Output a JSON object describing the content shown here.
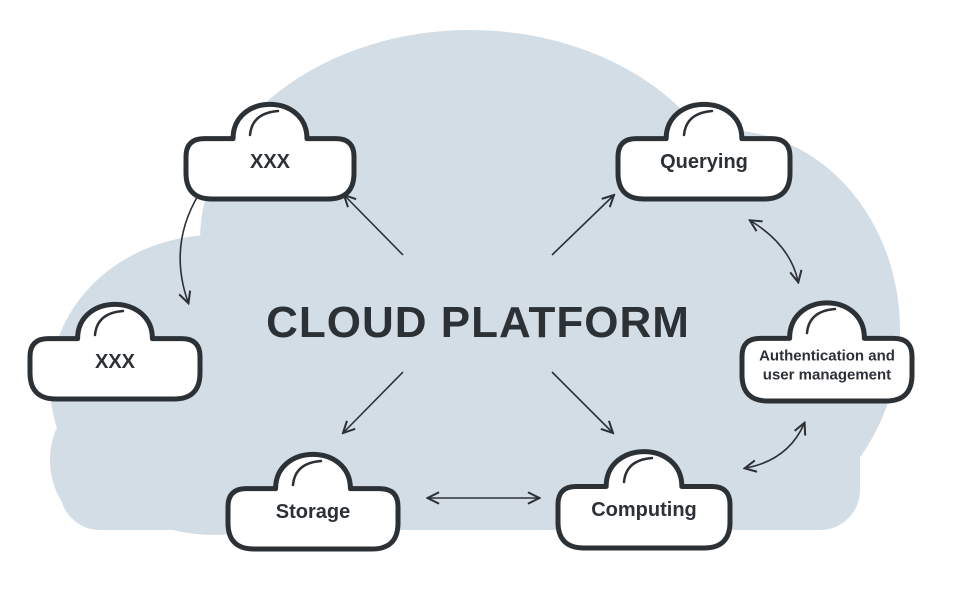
{
  "diagram": {
    "title": "CLOUD PLATFORM",
    "nodes": [
      {
        "id": "top-left",
        "label": "XXX"
      },
      {
        "id": "left",
        "label": "XXX"
      },
      {
        "id": "querying",
        "label": "Querying"
      },
      {
        "id": "auth",
        "label_line1": "Authentication and",
        "label_line2": "user management"
      },
      {
        "id": "storage",
        "label": "Storage"
      },
      {
        "id": "computing",
        "label": "Computing"
      }
    ],
    "colors": {
      "background_cloud": "#d3dde6",
      "node_fill": "#ffffff",
      "outline": "#2c3136",
      "text": "#2c3136"
    }
  }
}
